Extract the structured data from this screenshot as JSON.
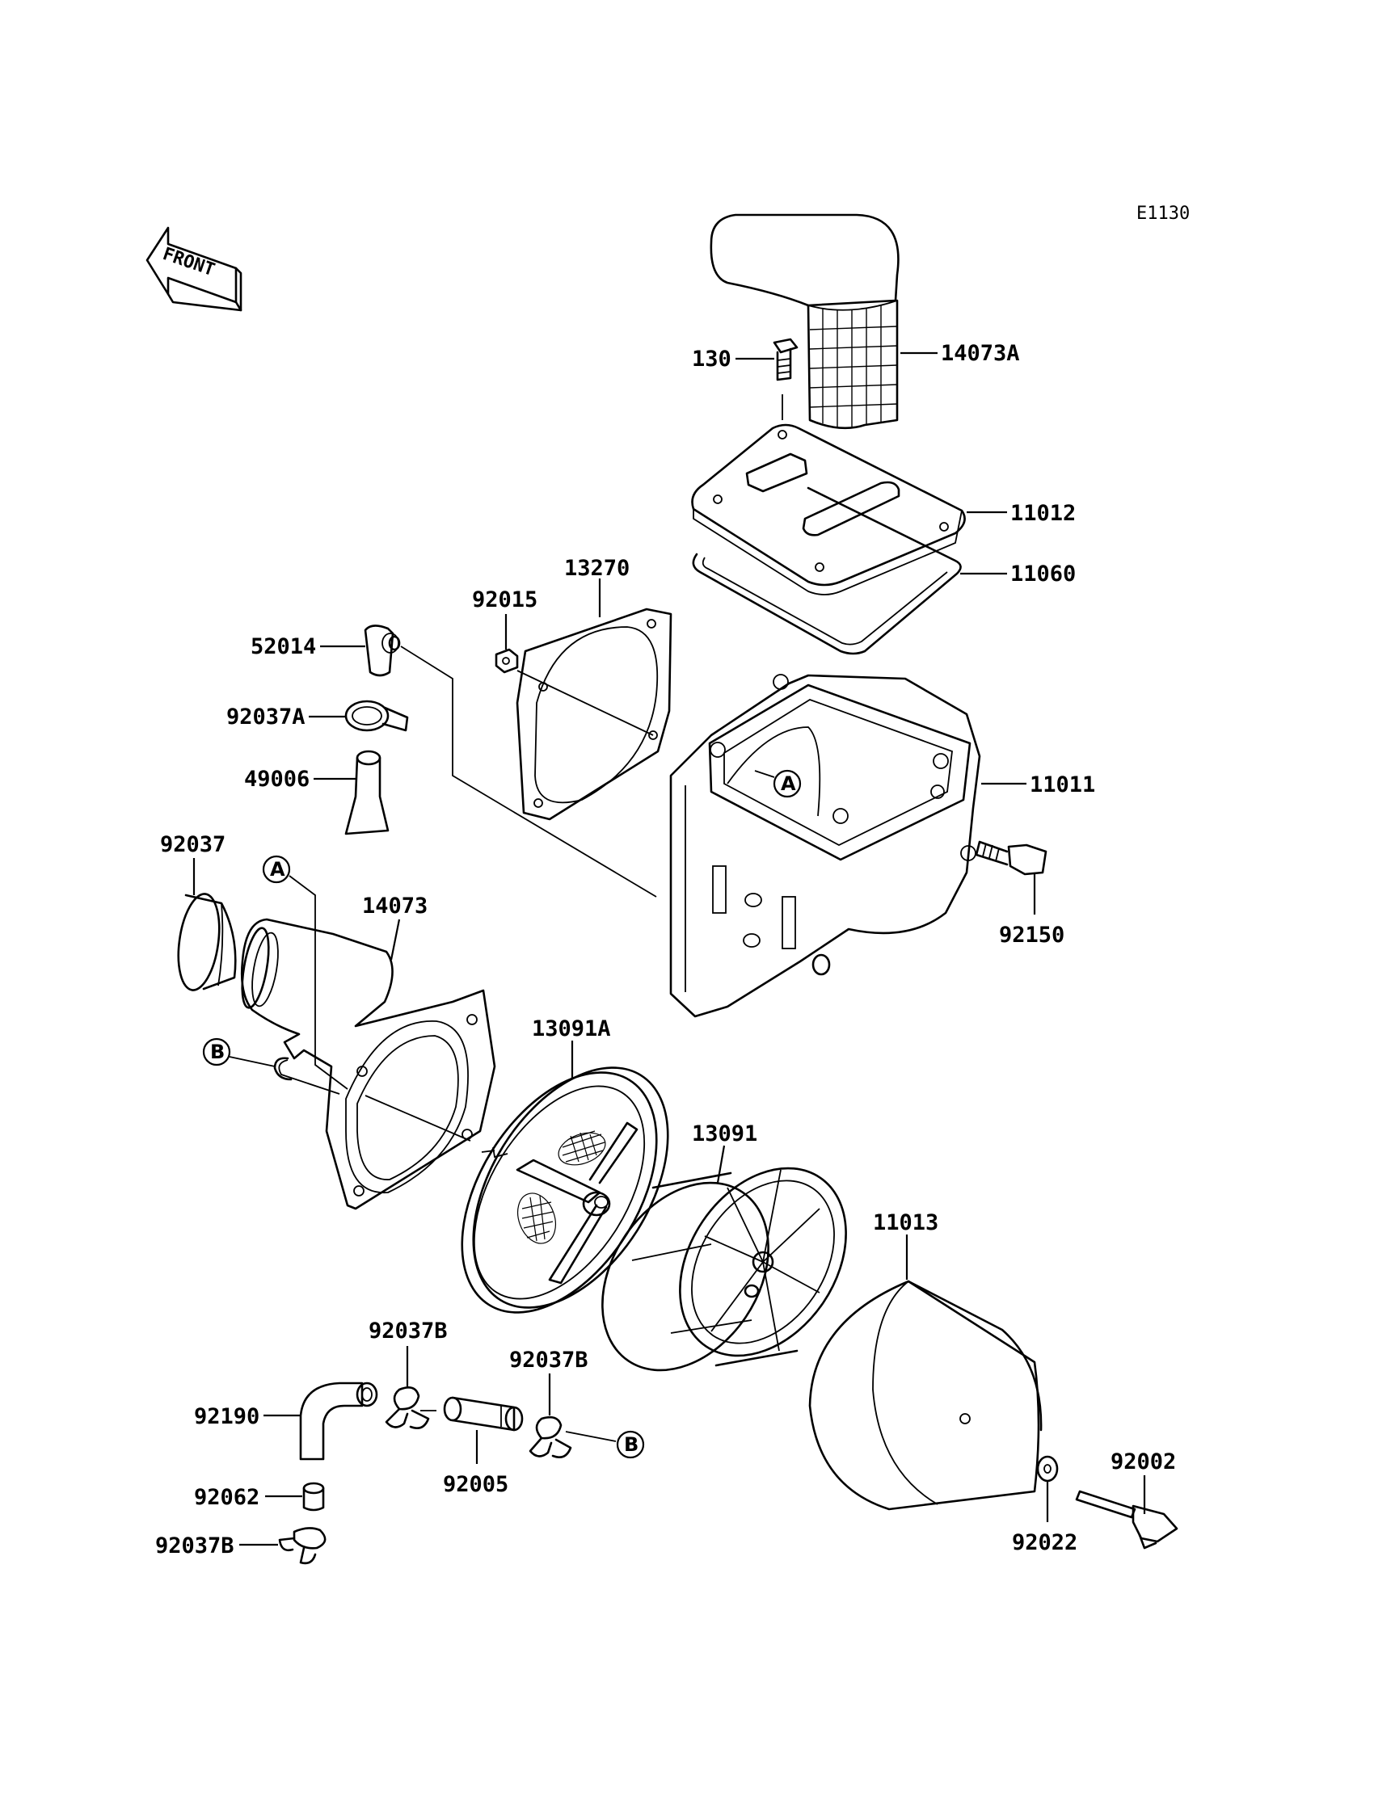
{
  "diagram_code": "E1130",
  "front_label": "FRONT",
  "callouts": {
    "a": "A",
    "b": "B"
  },
  "parts": {
    "p14073A": "14073A",
    "p130": "130",
    "p11012": "11012",
    "p11060": "11060",
    "p13270": "13270",
    "p92015": "92015",
    "p52014": "52014",
    "p92037A": "92037A",
    "p49006": "49006",
    "p11011": "11011",
    "p92037": "92037",
    "p14073": "14073",
    "p92150": "92150",
    "p13091A": "13091A",
    "p13091": "13091",
    "p11013": "11013",
    "p92037B_1": "92037B",
    "p92037B_2": "92037B",
    "p92190": "92190",
    "p92005": "92005",
    "p92062": "92062",
    "p92037B_3": "92037B",
    "p92002": "92002",
    "p92022": "92022"
  }
}
